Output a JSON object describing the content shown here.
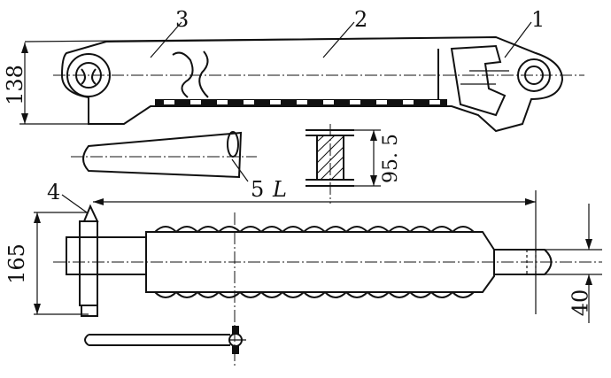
{
  "callouts": {
    "part1": "1",
    "part2": "2",
    "part3": "3",
    "part4": "4",
    "part5": "5"
  },
  "dimensions": {
    "top_height": "138",
    "section_height": "95. 5",
    "length": "L",
    "bottom_height": "165",
    "rod_diameter": "40"
  }
}
